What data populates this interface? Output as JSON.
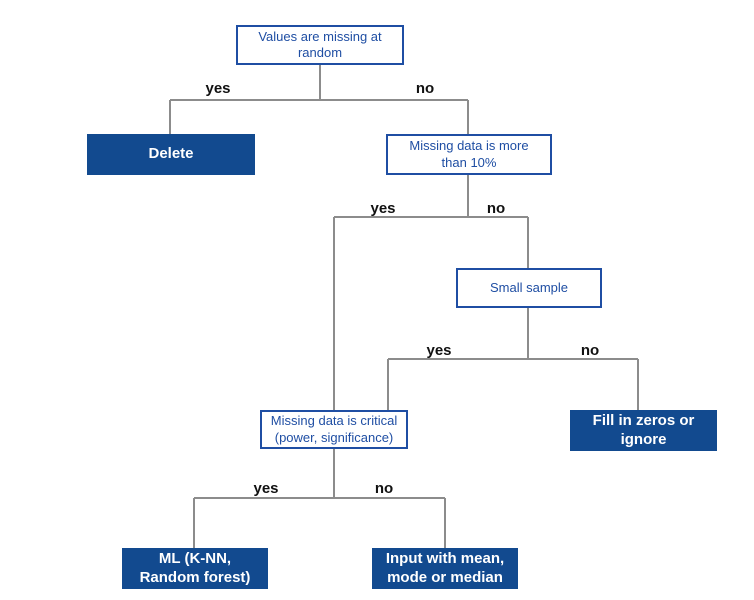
{
  "colors": {
    "question_border": "#1f4ea3",
    "question_text": "#1f4ea3",
    "outcome_fill": "#124a8f",
    "outcome_text": "#ffffff",
    "connector": "#8c8c8c",
    "branch_label": "#111111"
  },
  "nodes": {
    "missing_at_random": "Values are missing at\nrandom",
    "delete": "Delete",
    "more_than_10": "Missing data is more\nthan 10%",
    "small_sample": "Small sample",
    "fill_zeros": "Fill in zeros or\nignore",
    "critical": "Missing data is critical\n(power,  significance)",
    "ml": "ML (K-NN,\nRandom forest)",
    "input_mean": "Input with mean,\nmode or  median"
  },
  "branch_labels": {
    "random_yes": "yes",
    "random_no": "no",
    "ten_yes": "yes",
    "ten_no": "no",
    "sample_yes": "yes",
    "sample_no": "no",
    "critical_yes": "yes",
    "critical_no": "no"
  }
}
